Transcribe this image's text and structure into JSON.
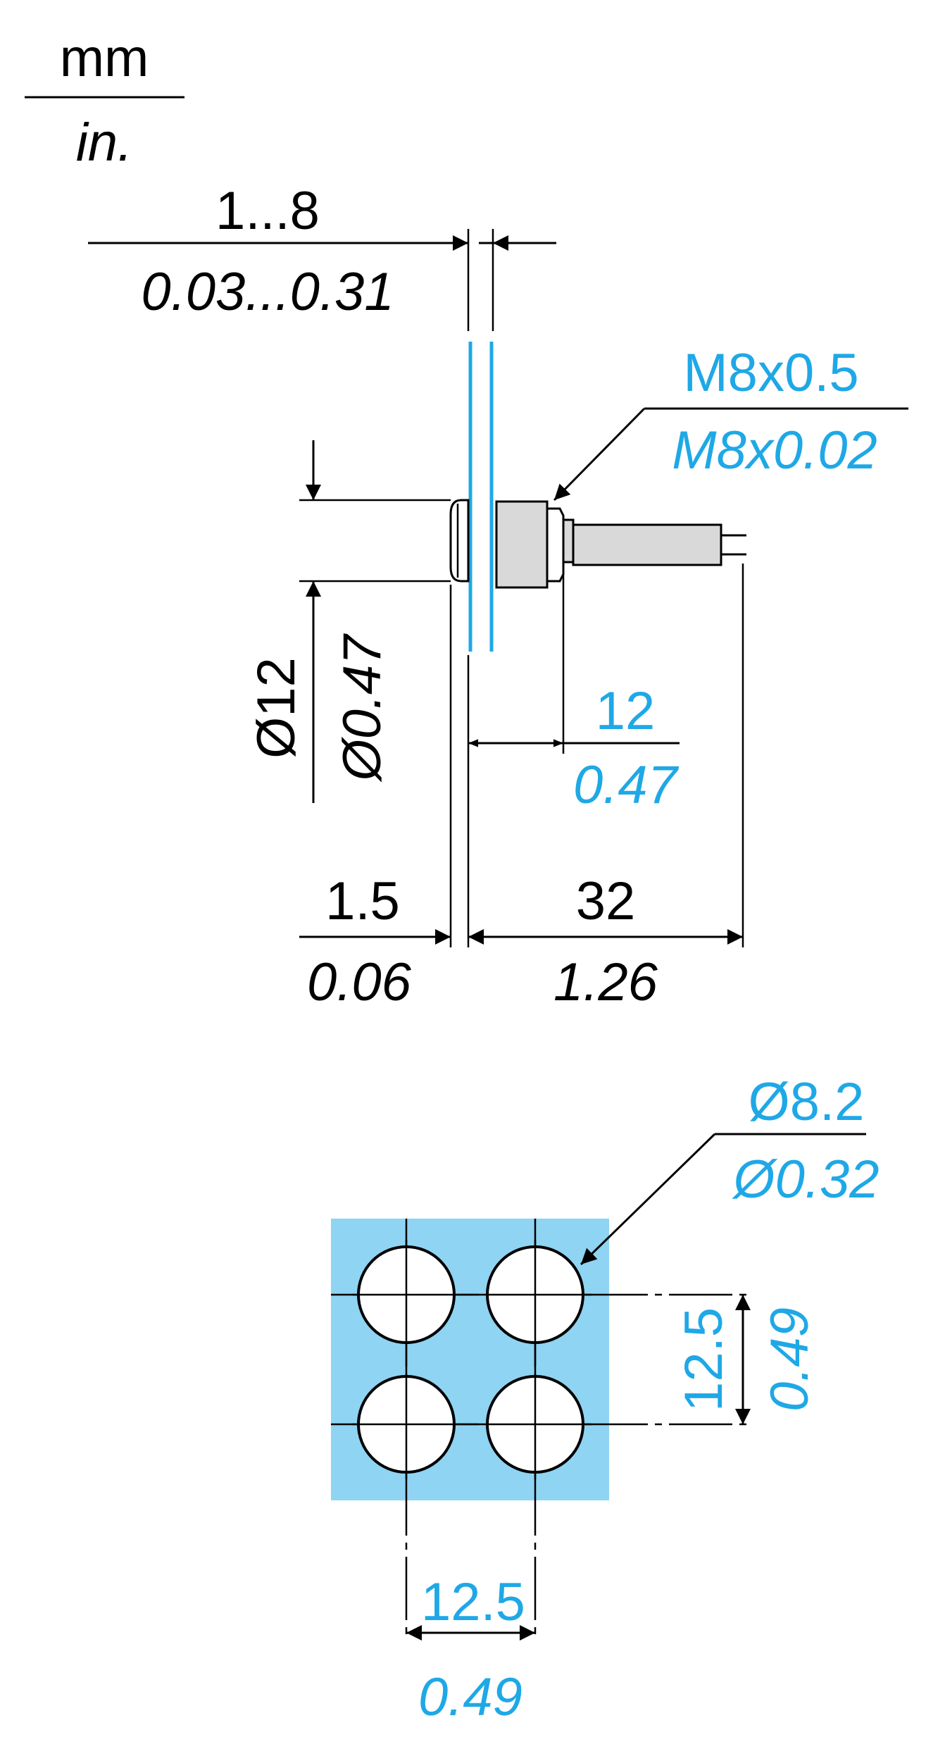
{
  "colors": {
    "accent_blue": "#1fa8e6",
    "panel_blue": "#8fd4f2",
    "body_gray": "#d9d9d9",
    "line": "#000000"
  },
  "units": {
    "metric": "mm",
    "imperial": "in."
  },
  "dims": {
    "panel_thickness": {
      "mm": "1...8",
      "in": "0.03...0.31"
    },
    "thread": {
      "mm": "M8x0.5",
      "in": "M8x0.02"
    },
    "head_diameter": {
      "mm": "Ø12",
      "in": "Ø0.47"
    },
    "thread_length": {
      "mm": "12",
      "in": "0.47"
    },
    "head_thickness": {
      "mm": "1.5",
      "in": "0.06"
    },
    "overall_length": {
      "mm": "32",
      "in": "1.26"
    },
    "hole_diameter": {
      "mm": "Ø8.2",
      "in": "Ø0.32"
    },
    "pitch_vertical": {
      "mm": "12.5",
      "in": "0.49"
    },
    "pitch_horizontal": {
      "mm": "12.5",
      "in": "0.49"
    }
  }
}
